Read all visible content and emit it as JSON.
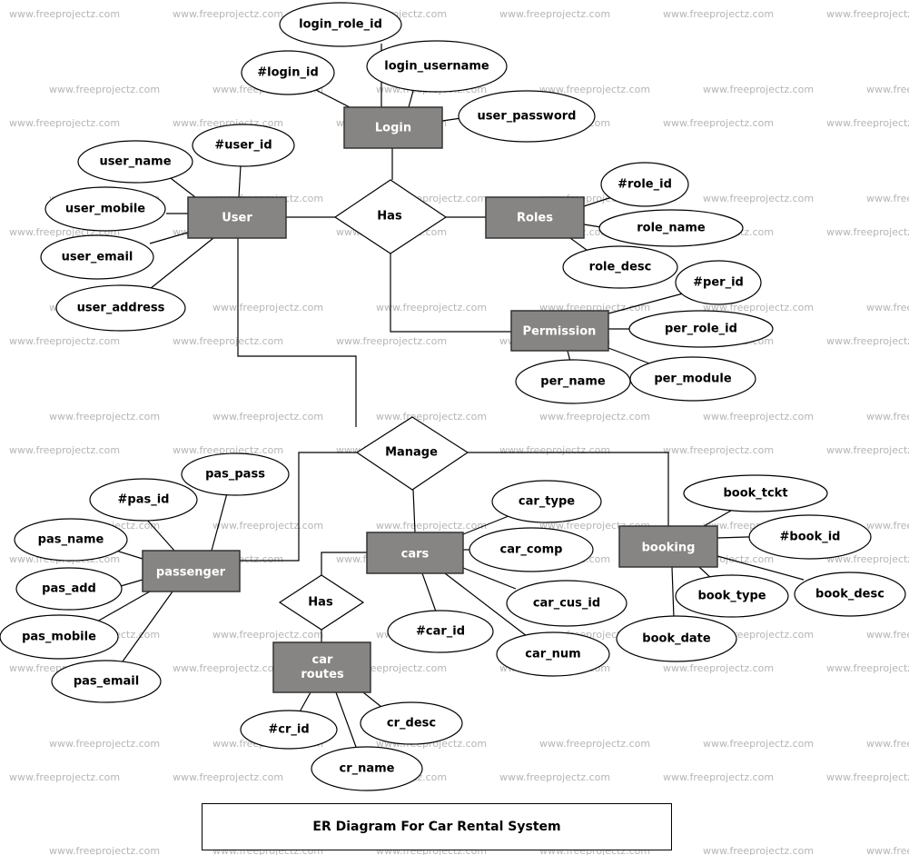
{
  "watermark": "www.freeprojectz.com",
  "caption": "ER Diagram For Car Rental System",
  "entities": {
    "login": "Login",
    "user": "User",
    "roles": "Roles",
    "permission": "Permission",
    "passenger": "passenger",
    "cars": "cars",
    "booking": "booking",
    "car_routes": "car\nroutes"
  },
  "relationships": {
    "has_top": "Has",
    "manage": "Manage",
    "has_routes": "Has"
  },
  "attributes": {
    "login_role_id": "login_role_id",
    "login_id": "#login_id",
    "login_username": "login_username",
    "user_password": "user_password",
    "user_id": "#user_id",
    "user_name": "user_name",
    "user_mobile": "user_mobile",
    "user_email": "user_email",
    "user_address": "user_address",
    "role_id": "#role_id",
    "role_name": "role_name",
    "role_desc": "role_desc",
    "per_id": "#per_id",
    "per_role_id": "per_role_id",
    "per_name": "per_name",
    "per_module": "per_module",
    "pas_pass": "pas_pass",
    "pas_id": "#pas_id",
    "pas_name": "pas_name",
    "pas_add": "pas_add",
    "pas_mobile": "pas_mobile",
    "pas_email": "pas_email",
    "car_type": "car_type",
    "car_comp": "car_comp",
    "car_cus_id": "car_cus_id",
    "car_id": "#car_id",
    "car_num": "car_num",
    "book_tckt": "book_tckt",
    "book_id": "#book_id",
    "book_type": "book_type",
    "book_desc": "book_desc",
    "book_date": "book_date",
    "cr_id": "#cr_id",
    "cr_desc": "cr_desc",
    "cr_name": "cr_name"
  }
}
